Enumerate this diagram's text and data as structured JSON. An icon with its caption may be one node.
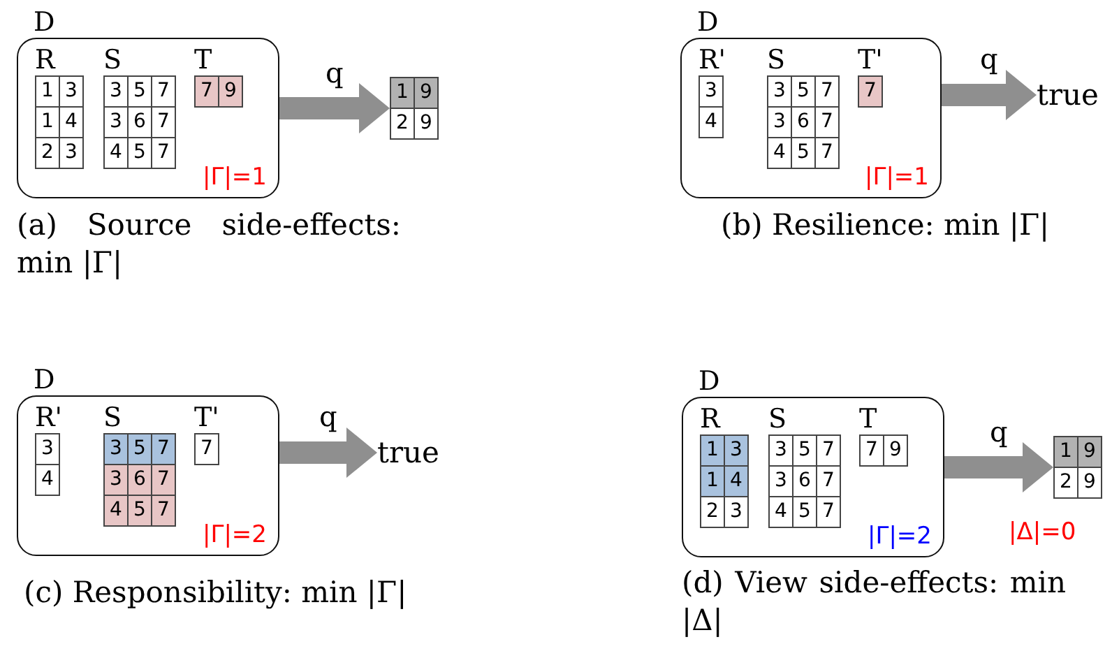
{
  "diagram": {
    "nodes": [
      {
        "text": [
          "D",
          "|Γ|=1"
        ]
      },
      {
        "text": [
          "R",
          "1",
          "3",
          "1",
          "4",
          "2",
          "3"
        ],
        "in": 0
      },
      {
        "text": [
          "S",
          "3",
          "5",
          "7",
          "3",
          "6",
          "7",
          "4",
          "5",
          "7"
        ],
        "in": 0
      },
      {
        "text": [
          "T",
          "7",
          "9"
        ],
        "in": 0
      },
      {
        "text": [
          "1",
          "9",
          "2",
          "9"
        ]
      },
      {
        "text": [
          "D",
          "|Γ|=1"
        ]
      },
      {
        "text": [
          "R'",
          "3",
          "4"
        ],
        "in": 5
      },
      {
        "text": [
          "S",
          "3",
          "5",
          "7",
          "3",
          "6",
          "7",
          "4",
          "5",
          "7"
        ],
        "in": 5
      },
      {
        "text": [
          "T'",
          "7"
        ],
        "in": 5
      },
      {
        "text": [
          "true"
        ]
      },
      {
        "text": [
          "D",
          "|Γ|=2"
        ]
      },
      {
        "text": [
          "R'",
          "3",
          "4"
        ],
        "in": 10
      },
      {
        "text": [
          "S",
          "3",
          "5",
          "7",
          "3",
          "6",
          "7",
          "4",
          "5",
          "7"
        ],
        "in": 10
      },
      {
        "text": [
          "T'",
          "7"
        ],
        "in": 10
      },
      {
        "text": [
          "true"
        ]
      },
      {
        "text": [
          "D",
          "|Γ|=2"
        ]
      },
      {
        "text": [
          "R",
          "1",
          "3",
          "1",
          "4",
          "2",
          "3"
        ],
        "in": 15
      },
      {
        "text": [
          "S",
          "3",
          "5",
          "7",
          "3",
          "6",
          "7",
          "4",
          "5",
          "7"
        ],
        "in": 15
      },
      {
        "text": [
          "T",
          "7",
          "9"
        ],
        "in": 15
      },
      {
        "text": [
          "1",
          "9",
          "2",
          "9"
        ],
        "beside": [
          "|Δ|=0"
        ]
      }
    ],
    "edges": [
      {
        "from": 0,
        "to": 4,
        "arrow": "to",
        "label": "q"
      },
      {
        "from": 5,
        "to": 9,
        "arrow": "to",
        "label": "q"
      },
      {
        "from": 10,
        "to": 14,
        "arrow": "to",
        "label": "q"
      },
      {
        "from": 15,
        "to": 19,
        "arrow": "to",
        "label": "q"
      }
    ],
    "labels": [
      "(a) Source side-effects: min |Γ|",
      "(b) Resilience: min |Γ|",
      "(c) Responsibility: min |Γ|",
      "(d) View side-effects: min |Δ|"
    ]
  }
}
